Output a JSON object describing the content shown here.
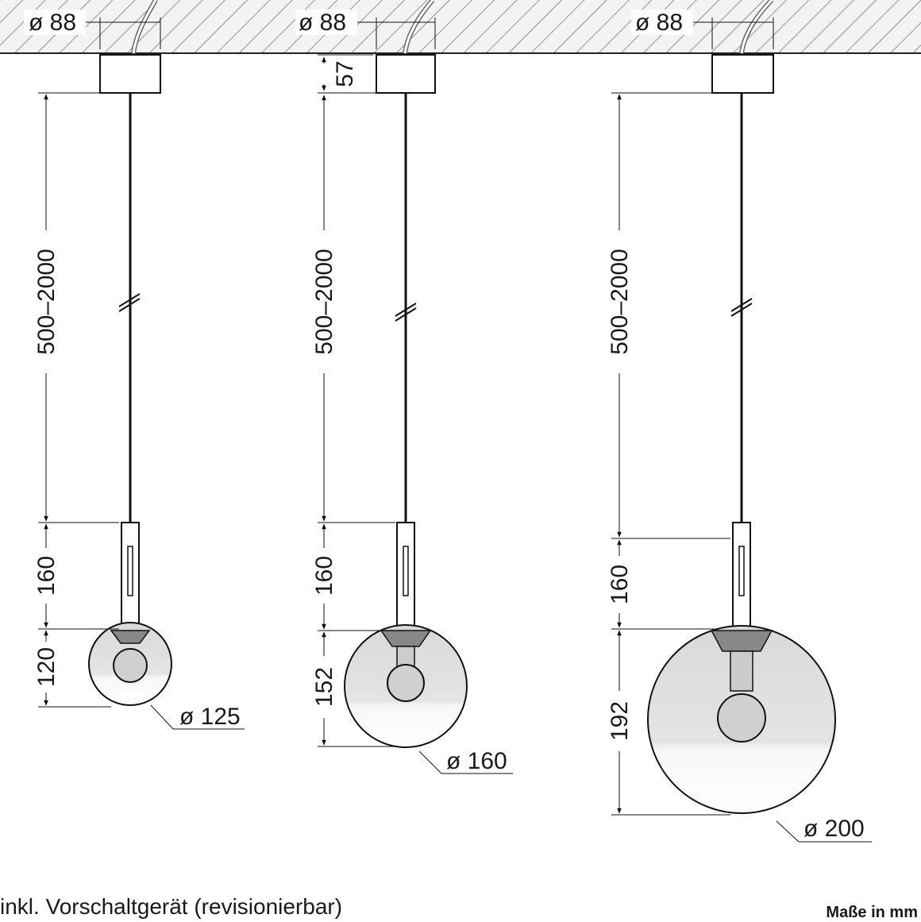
{
  "lamps": [
    {
      "canopy_diameter": "ø 88",
      "canopy_height": "",
      "cable_length": "500–2000",
      "stem_length": "160",
      "globe_height": "120",
      "globe_diameter": "ø 125"
    },
    {
      "canopy_diameter": "ø 88",
      "canopy_height": "57",
      "cable_length": "500–2000",
      "stem_length": "160",
      "globe_height": "152",
      "globe_diameter": "ø 160"
    },
    {
      "canopy_diameter": "ø 88",
      "canopy_height": "",
      "cable_length": "500–2000",
      "stem_length": "160",
      "globe_height": "192",
      "globe_diameter": "ø 200"
    }
  ],
  "footnote": "inkl. Vorschaltgerät (revisionierbar)",
  "units_note": "Maße in mm"
}
